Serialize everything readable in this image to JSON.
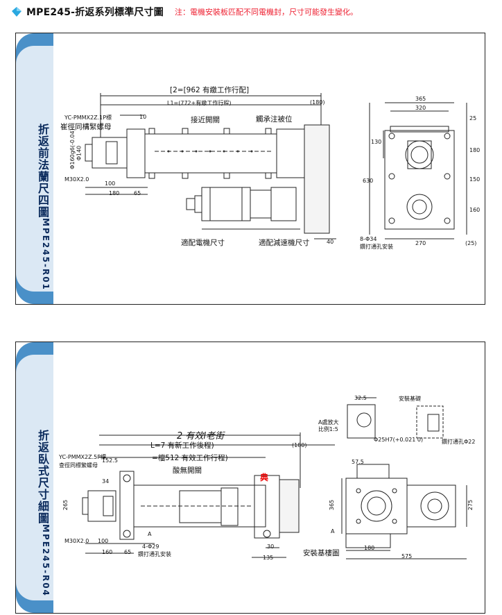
{
  "header": {
    "title": "MPE245-折返系列標準尺寸圖",
    "note": "注：電機安裝板匹配不同電機封，尺寸可能發生變化。"
  },
  "panel1": {
    "tab_cn": "折返前法蘭尺四圖",
    "tab_code": "MPE245-R01",
    "labels": {
      "total_length": "[2=[962 有繳工作行配]",
      "l1": "L1=(772+有繳工作行程)",
      "dim_180": "(180)",
      "motor_flange": "YC-PMMX2Z.1P標",
      "pitch_hole": "崔徑同構緊螺母",
      "d10": "10",
      "connector": "接近開關",
      "bearing": "觸承注被位",
      "dim_d160": "Φ160g6(-0.04)",
      "dim_d140": "Φ140",
      "dim_m30": "M30X2.0",
      "dim_100": "100",
      "dim_180b": "180",
      "dim_65": "65",
      "motor_size": "適配電機尺寸",
      "reducer_size": "適配減速機尺寸",
      "dim_40": "40",
      "top_365": "365",
      "top_320": "320",
      "side_130": "130",
      "side_630": "630",
      "side_25": "25",
      "side_180": "180",
      "side_150": "150",
      "side_160": "160",
      "bottom_270": "270",
      "bottom_25": "(25)",
      "holes": "8-Φ34",
      "holes_note": "鑽打通孔安装"
    }
  },
  "panel2": {
    "tab_cn": "折返臥式尺寸細圖",
    "tab_code": "MPE245-R04",
    "labels": {
      "stroke_2": "2 有效l老街",
      "l_total": "L=7 有新工作後程)",
      "l_eff": "=檔512 有效工作行程)",
      "dim_180": "(180)",
      "motor_flange": "YC-PMMX2Z.5P標",
      "pitch_hole": "查徑同標繁螺母",
      "dim_152_5": "152.5",
      "dim_34": "34",
      "connector": "酸無開關",
      "red_mark": "典",
      "dim_265": "265",
      "dim_m30": "M30X2.0",
      "dim_100": "100",
      "dim_160": "160",
      "dim_65": "65",
      "holes": "4-Φ29",
      "holes_note": "鑽打通孔安装",
      "mark_a": "A",
      "dim_135": "135",
      "dim_30": "30",
      "base_plate": "安裝基樓圖",
      "dim_32_5": "32.5",
      "install_base": "安裝基礎",
      "detail_a": "A處放大",
      "scale": "比例1:5",
      "bore": "Φ25H7(+0.021 0)",
      "through": "鑽打通孔Φ22",
      "dim_57_5": "57.5",
      "dim_365": "365",
      "dim_275": "275",
      "dim_180b": "180",
      "dim_575": "575",
      "mark_a2": "A"
    }
  }
}
